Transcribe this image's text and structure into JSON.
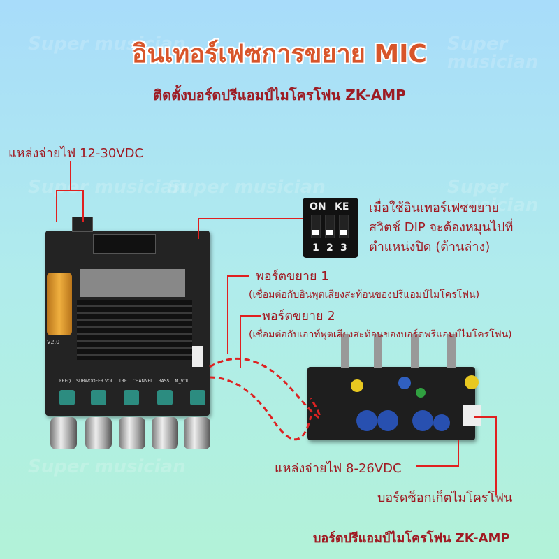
{
  "title": "อินเทอร์เฟซการขยาย MIC",
  "subtitle": "ติดตั้งบอร์ดปรีแอมป์ไมโครโฟน ZK-AMP",
  "watermark": "Super musician",
  "labels": {
    "power_main": "แหล่งจ่ายไฟ 12-30VDC",
    "dip_note": [
      "เมื่อใช้อินเทอร์เฟซขยาย",
      "สวิตช์ DIP จะต้องหมุนไปที่",
      "ตำแหน่งปิด (ด้านล่าง)"
    ],
    "port1": "พอร์ตขยาย 1",
    "port1_desc": "(เชื่อมต่อกับอินพุตเสียงสะท้อนของปรีแอมป์ไมโครโฟน)",
    "port2": "พอร์ตขยาย 2",
    "port2_desc": "(เชื่อมต่อกับเอาท์พุตเสียงสะท้อนของบอร์ดพรีแอมป์ไมโครโฟน)",
    "power_preamp": "แหล่งจ่ายไฟ 8-26VDC",
    "mic_socket": "บอร์ดซ็อกเก็ตไมโครโฟน",
    "caption": "บอร์ดปรีแอมป์ไมโครโฟน ZK-AMP"
  },
  "dip": {
    "top_left": "ON",
    "top_right": "KE",
    "numbers": [
      "1",
      "2",
      "3"
    ]
  },
  "amp_board": {
    "knob_labels": [
      "FREQ",
      "SUBWOOFER VOL",
      "TRE",
      "CHANNEL",
      "BASS",
      "M_VOL"
    ],
    "version": "V2.0"
  }
}
